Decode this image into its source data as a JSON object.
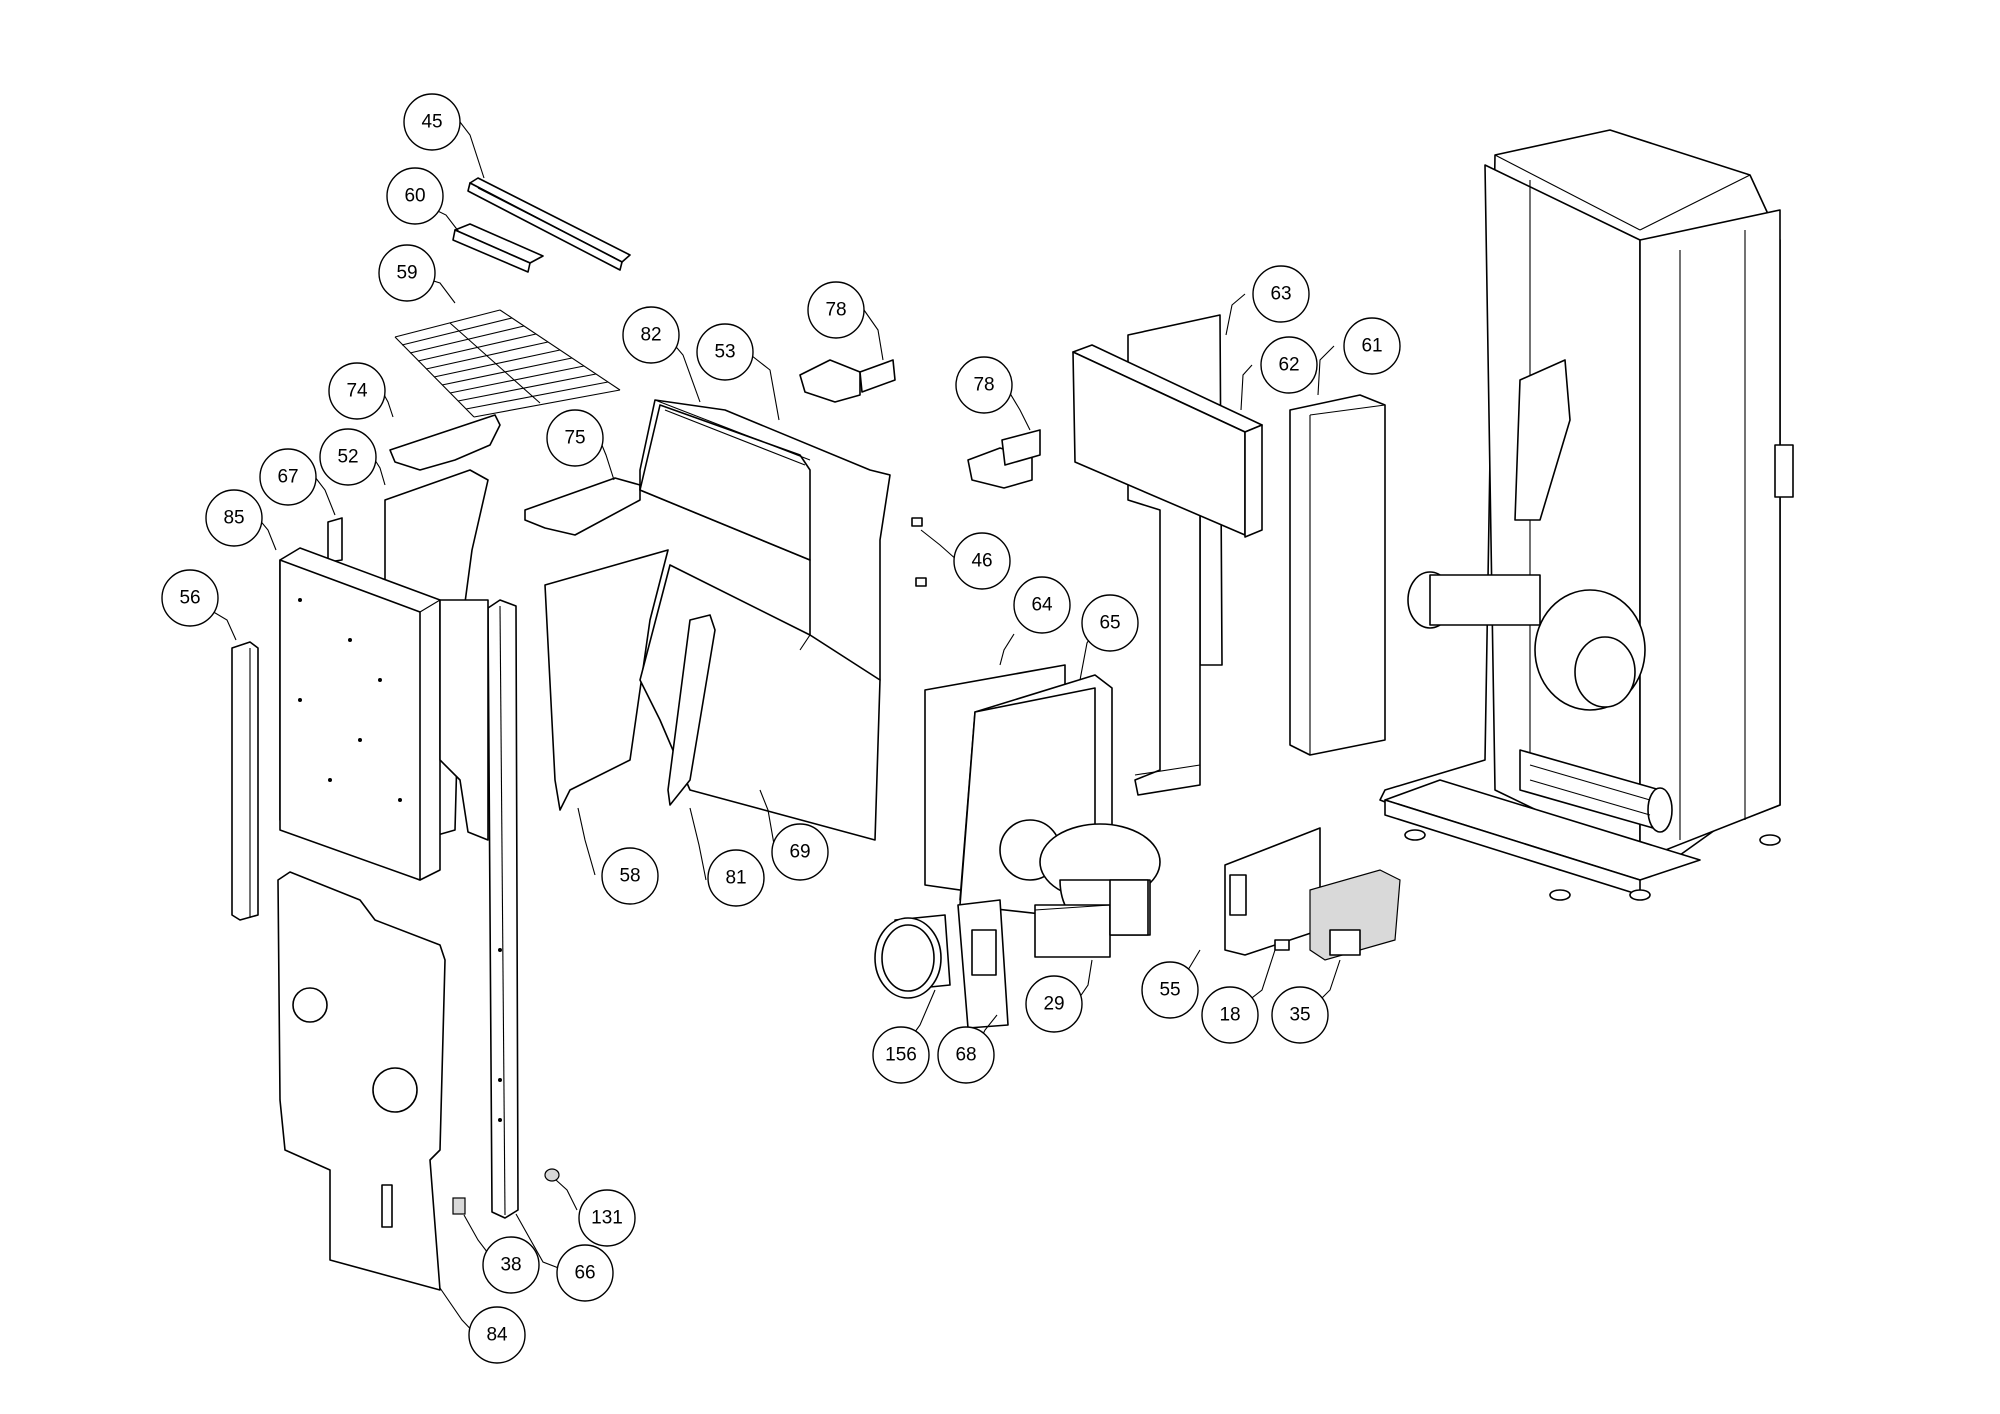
{
  "colors": {
    "line": "#000000",
    "background": "#ffffff"
  },
  "callouts": [
    {
      "id": "45",
      "label": "45"
    },
    {
      "id": "60",
      "label": "60"
    },
    {
      "id": "59",
      "label": "59"
    },
    {
      "id": "74",
      "label": "74"
    },
    {
      "id": "52",
      "label": "52"
    },
    {
      "id": "67",
      "label": "67"
    },
    {
      "id": "85",
      "label": "85"
    },
    {
      "id": "56",
      "label": "56"
    },
    {
      "id": "75",
      "label": "75"
    },
    {
      "id": "82",
      "label": "82"
    },
    {
      "id": "53",
      "label": "53"
    },
    {
      "id": "78a",
      "label": "78"
    },
    {
      "id": "78b",
      "label": "78"
    },
    {
      "id": "46",
      "label": "46"
    },
    {
      "id": "63",
      "label": "63"
    },
    {
      "id": "62",
      "label": "62"
    },
    {
      "id": "61",
      "label": "61"
    },
    {
      "id": "64",
      "label": "64"
    },
    {
      "id": "65",
      "label": "65"
    },
    {
      "id": "58",
      "label": "58"
    },
    {
      "id": "81",
      "label": "81"
    },
    {
      "id": "69",
      "label": "69"
    },
    {
      "id": "29",
      "label": "29"
    },
    {
      "id": "55",
      "label": "55"
    },
    {
      "id": "18",
      "label": "18"
    },
    {
      "id": "35",
      "label": "35"
    },
    {
      "id": "156",
      "label": "156"
    },
    {
      "id": "68",
      "label": "68"
    },
    {
      "id": "131",
      "label": "131"
    },
    {
      "id": "38",
      "label": "38"
    },
    {
      "id": "66",
      "label": "66"
    },
    {
      "id": "84",
      "label": "84"
    }
  ]
}
